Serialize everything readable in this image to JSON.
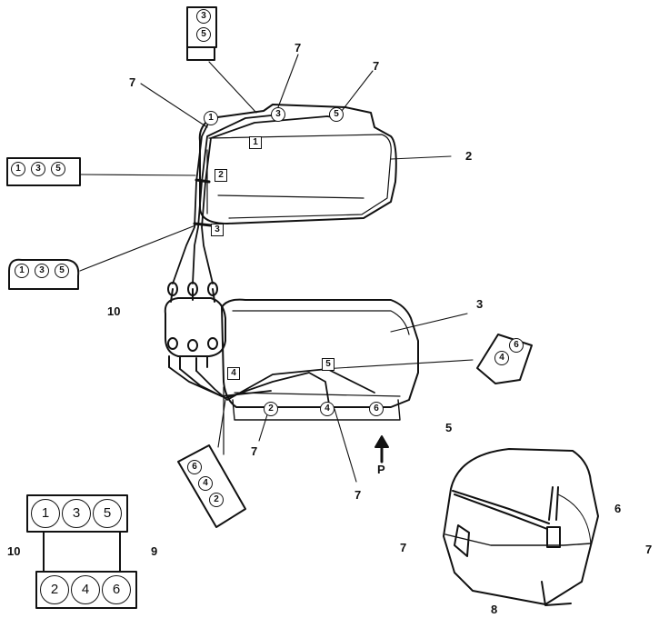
{
  "callouts": {
    "c2": "2",
    "c3": "3",
    "c5": "5",
    "c6": "6",
    "c8": "8",
    "c9": "9",
    "c10_engine": "10",
    "c10_order": "10",
    "c7_top_a": "7",
    "c7_top_b": "7",
    "c7_left": "7",
    "c7_bottom_a": "7",
    "c7_bottom_b": "7",
    "c7_inset_left": "7",
    "c7_inset_right": "7",
    "view_arrow": "P"
  },
  "clip_tags": [
    "1",
    "2",
    "3",
    "4",
    "5"
  ],
  "cylinders_bank_top": [
    "1",
    "3",
    "5"
  ],
  "cylinders_bank_bottom": [
    "2",
    "4",
    "6"
  ],
  "plug_marks": {
    "p1": "1",
    "p3": "3",
    "p5": "5",
    "p2": "2",
    "p4": "4",
    "p6": "6"
  },
  "clip_3_5": [
    "3",
    "5"
  ],
  "clip_1_3_5_a": [
    "1",
    "3",
    "5"
  ],
  "clip_1_3_5_b": [
    "1",
    "3",
    "5"
  ],
  "clip_4_6": [
    "4",
    "6"
  ],
  "clip_6_4_2": [
    "6",
    "4",
    "2"
  ]
}
